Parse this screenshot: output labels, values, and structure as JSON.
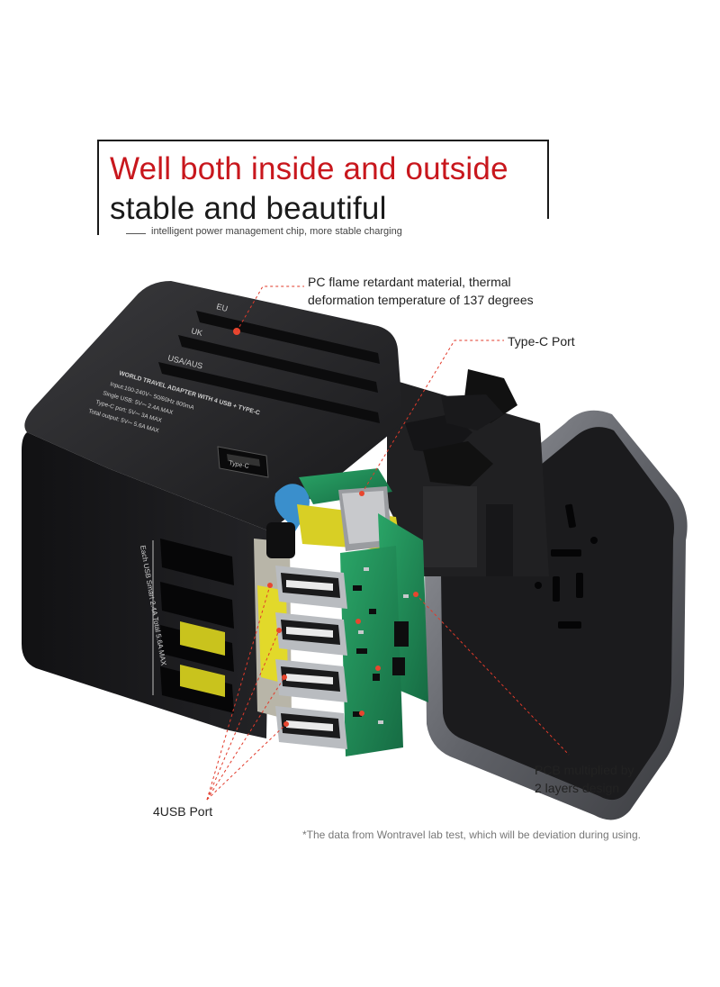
{
  "header": {
    "title_red": "Well both inside and outside",
    "title_black": "stable and beautiful",
    "subtitle": "intelligent power management chip, more stable charging"
  },
  "callouts": {
    "pc_line1": "PC flame retardant material, thermal",
    "pc_line2": "deformation temperature of 137 degrees",
    "type_c": "Type-C Port",
    "pcb_line1": "PCB multiplied by",
    "pcb_line2": "2 layers design",
    "usb": "4USB Port"
  },
  "device_labels": {
    "eu": "EU",
    "uk": "UK",
    "usa_aus": "USA/AUS",
    "spec_title": "WORLD TRAVEL ADAPTER WITH 4 USB + TYPE-C",
    "spec_1": "Input:100-240V~ 50/60Hz 800mA",
    "spec_2": "Single USB: 5V⎓ 2.4A MAX",
    "spec_3": "Type-C port: 5V⎓ 3A MAX",
    "spec_4": "Total output: 5V⎓ 5.6A MAX",
    "typec_label": "Type-C",
    "usb_side": "Each USB Smart 2.4A Total 5.6A MAX"
  },
  "footnote": "*The data from Wontravel lab test, which will be deviation during using.",
  "colors": {
    "title_red": "#c8171d",
    "device_body": "#1c1c1e",
    "pcb_green": "#1f8a55",
    "callout_red": "#e23a2a",
    "transformer_yellow": "#d8d21e"
  }
}
